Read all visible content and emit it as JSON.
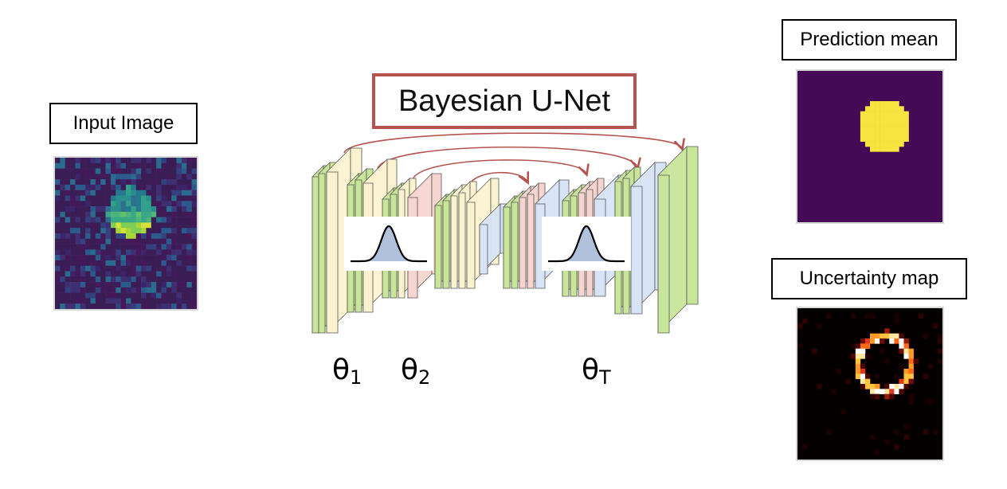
{
  "input": {
    "label": "Input Image"
  },
  "network": {
    "title": "Bayesian U-Net",
    "thetas": [
      {
        "symbol": "θ",
        "sub": "1"
      },
      {
        "symbol": "θ",
        "sub": "2"
      },
      {
        "symbol": "θ",
        "sub": "T"
      }
    ]
  },
  "outputs": {
    "mean_label": "Prediction mean",
    "uncertainty_label": "Uncertainty map"
  },
  "colors": {
    "title_border": "#b5534f",
    "skip_arrow": "#b5534f",
    "layer_green": "#c9e59a",
    "layer_yellow": "#fbf3d0",
    "layer_pink": "#f6d5d0",
    "layer_blue": "#d8e4f6",
    "gaussian_fill": "#b3c2dc",
    "viridis_bg": "#440a55",
    "viridis_fg": "#f6e440"
  }
}
